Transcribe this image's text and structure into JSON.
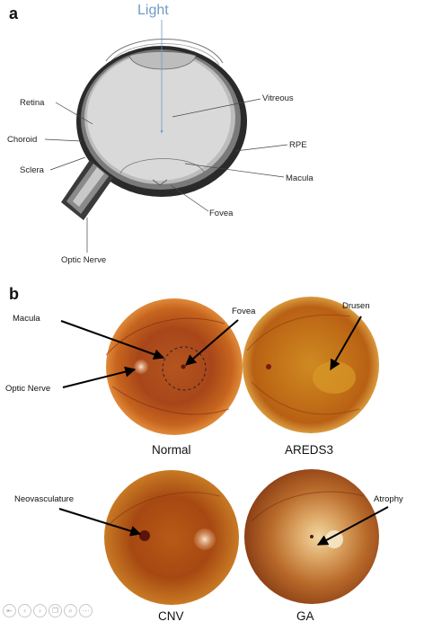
{
  "panel_a": {
    "letter": "a",
    "light": "Light",
    "labels": {
      "retina": "Retina",
      "choroid": "Choroid",
      "sclera": "Sclera",
      "optic_nerve": "Optic Nerve",
      "vitreous": "Vitreous",
      "rpe": "RPE",
      "macula": "Macula",
      "fovea": "Fovea"
    }
  },
  "panel_b": {
    "letter": "b",
    "images": [
      {
        "caption": "Normal",
        "annotations": [
          "Macula",
          "Fovea",
          "Optic Nerve"
        ]
      },
      {
        "caption": "AREDS3",
        "annotations": [
          "Drusen"
        ]
      },
      {
        "caption": "CNV",
        "annotations": [
          "Neovasculature"
        ]
      },
      {
        "caption": "GA",
        "annotations": [
          "Atrophy"
        ]
      }
    ]
  },
  "toolbar": {
    "icons": [
      "first-page-icon",
      "prev-page-icon",
      "next-page-icon",
      "copy-icon",
      "zoom-icon",
      "more-icon"
    ]
  }
}
